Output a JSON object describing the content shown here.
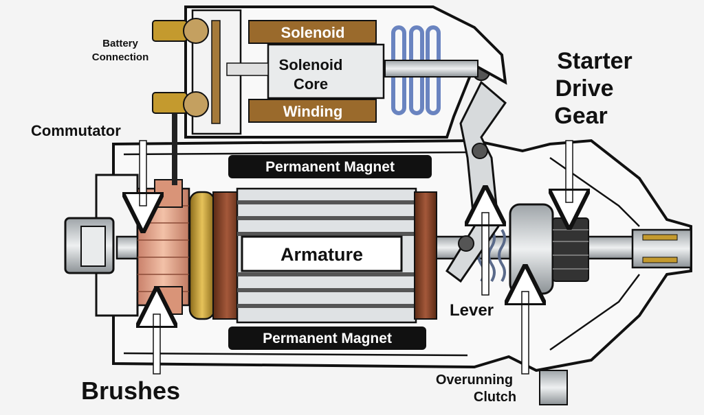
{
  "labels": {
    "battery_connection": [
      "Battery",
      "Connection"
    ],
    "solenoid": "Solenoid",
    "solenoid_core": [
      "Solenoid",
      "Core"
    ],
    "winding": "Winding",
    "starter_drive_gear": [
      "Starter",
      "Drive",
      "Gear"
    ],
    "commutator": "Commutator",
    "permanent_magnet_top": "Permanent Magnet",
    "armature": "Armature",
    "permanent_magnet_bottom": "Permanent Magnet",
    "lever": "Lever",
    "brushes": "Brushes",
    "overrunning_clutch": [
      "Overunning",
      "Clutch"
    ]
  },
  "colors": {
    "outline": "#111111",
    "housing": "#f7f7f7",
    "solenoid_band": "#9a6a2c",
    "copper": "#d9967a",
    "gold_ring": "#c49a2e",
    "winding_wire": "#7a3a1e",
    "steel": "#cfd3d6",
    "spring_blue": "#8fa8d8"
  }
}
